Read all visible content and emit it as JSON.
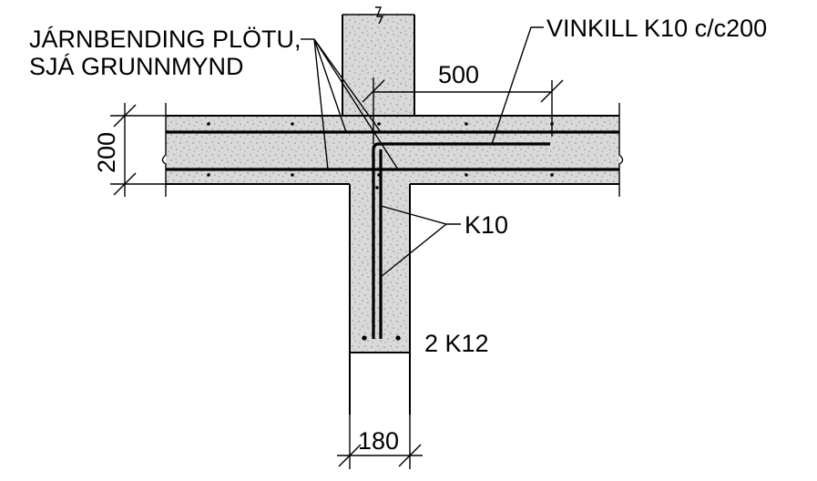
{
  "labels": {
    "slab_rebar_line1": "JÁRNBENDING PLÖTU,",
    "slab_rebar_line2": "SJÁ GRUNNMYND",
    "angle_bar": "VINKILL K10 c/c200",
    "wall_bars": "K10",
    "bottom_bars": "2 K12"
  },
  "dimensions": {
    "anchorage_length": "500",
    "slab_thickness": "200",
    "wall_thickness": "180"
  },
  "colors": {
    "line": "#000000",
    "concrete_fill": "#d9d9d9",
    "concrete_speckle": "#9a9a9a",
    "background": "#ffffff"
  }
}
